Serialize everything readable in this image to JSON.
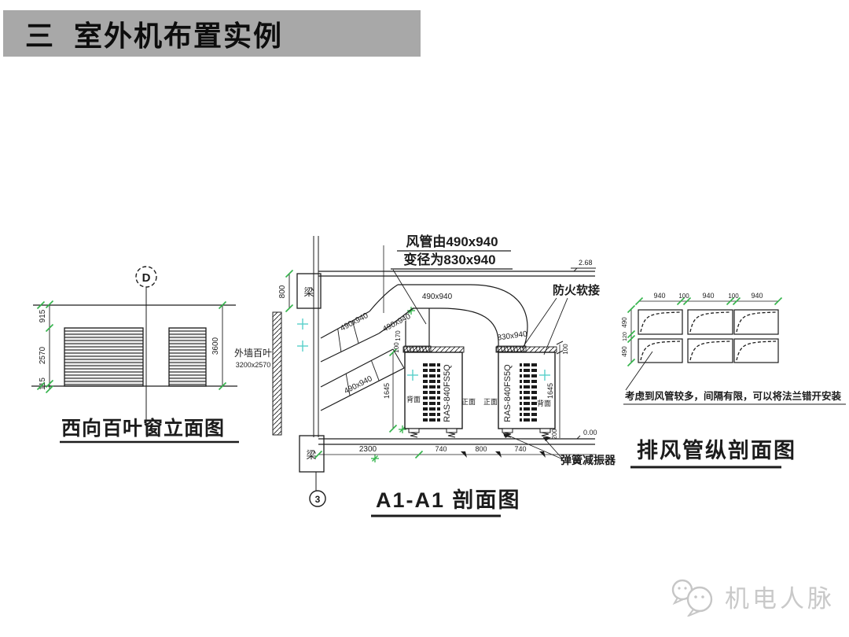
{
  "page": {
    "title": "三  室外机布置实例",
    "watermark": "机电人脉"
  },
  "colors": {
    "title_bar_bg": "#a8a8a8",
    "line_black": "#1c1c1c",
    "cad_green": "#33b34a",
    "cad_cyan": "#58d0ca",
    "watermark_gray": "#c9c9c9"
  },
  "louver_elevation": {
    "title": "西向百叶窗立面图",
    "axis_bubble": "D",
    "dim_top": "915",
    "dim_mid": "2570",
    "dim_bottom": "115",
    "dim_height": "3600",
    "wall_label": "外墙百叶",
    "wall_size": "3200x2570"
  },
  "section_a1": {
    "title": "A1-A1 剖面图",
    "axis_bubble": "3",
    "callout_line1": "风管由490x940",
    "callout_line2": "变径为830x940",
    "fire_connector_label": "防火软接",
    "damper_label": "弹簧减振器",
    "beam_label": "梁",
    "duct_size_490": "490x940",
    "duct_size_830": "830x940",
    "unit_model": "RAS-840FS5Q",
    "face_front": "正面",
    "face_back": "背面",
    "dim_800": "800",
    "dim_1645": "1645",
    "dim_100": "100",
    "dim_170": "170",
    "dim_200": "200",
    "dim_2300": "2300",
    "dim_740": "740",
    "dim_800_bottom": "800",
    "level_top": "2.68",
    "level_base": "0.00"
  },
  "exhaust_section": {
    "title": "排风管纵剖面图",
    "note": "考虑到风管较多，间隔有限，可以将法兰错开安装",
    "dim_940": "940",
    "dim_100": "100",
    "dim_490": "490",
    "dim_120": "120"
  }
}
